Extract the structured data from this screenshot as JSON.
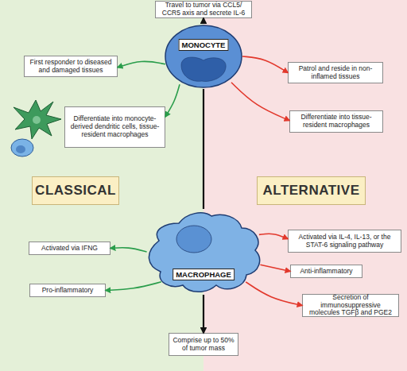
{
  "diagram": {
    "nodes": [
      {
        "text": [
          "Travel to tumor via CCL5/ CCR5 axis and secrete IL-6"
        ]
      },
      {
        "text": [
          "First responder to diseased and damaged tissues"
        ]
      },
      {
        "text": [
          "Patrol and reside in non-inflamed tissues"
        ]
      },
      {
        "text": [
          "MONOCYTE"
        ]
      },
      {
        "text": [
          "Differentiate into monocyte-derived dendritic cells, tissue-resident macrophages"
        ]
      },
      {
        "text": [
          "Differentiate into tissue-resident macrophages"
        ]
      },
      {
        "text": [
          "CLASSICAL"
        ]
      },
      {
        "text": [
          "ALTERNATIVE"
        ]
      },
      {
        "text": [
          "Activated via IL-4, IL-13, or the STAT-6 signaling pathway"
        ]
      },
      {
        "text": [
          "Activated via IFNG"
        ]
      },
      {
        "text": [
          "MACROPHAGE"
        ]
      },
      {
        "text": [
          "Anti-inflammatory"
        ]
      },
      {
        "text": [
          "Pro-inflammatory"
        ]
      },
      {
        "text": [
          "Secretion of immunosuppressive molecules TGFβ and PGE2"
        ]
      },
      {
        "text": [
          "Comprise up to 50% of tumor mass"
        ]
      }
    ],
    "edges": [
      {
        "from": 3,
        "to": 0,
        "arrow": "to"
      },
      {
        "from": 3,
        "to": 1,
        "arrow": "to"
      },
      {
        "from": 3,
        "to": 4,
        "arrow": "to"
      },
      {
        "from": 3,
        "to": 2,
        "arrow": "to"
      },
      {
        "from": 3,
        "to": 5,
        "arrow": "to"
      },
      {
        "from": 3,
        "to": 10,
        "arrow": "none"
      },
      {
        "from": 10,
        "to": 9,
        "arrow": "to"
      },
      {
        "from": 10,
        "to": 12,
        "arrow": "to"
      },
      {
        "from": 10,
        "to": 8,
        "arrow": "to"
      },
      {
        "from": 10,
        "to": 11,
        "arrow": "to"
      },
      {
        "from": 10,
        "to": 13,
        "arrow": "to"
      },
      {
        "from": 10,
        "to": 14,
        "arrow": "to"
      }
    ]
  }
}
